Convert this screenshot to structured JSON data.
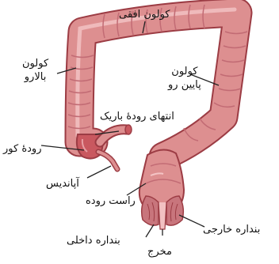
{
  "labels": {
    "transverse_colon": "کولون افقی",
    "ascending_colon": [
      "کولون",
      "بالارو"
    ],
    "descending_colon": [
      "کولون",
      "پایین رو"
    ],
    "ileum_end": "انتهای رودهٔ باریک",
    "cecum": "رودهٔ کور",
    "appendix": "آپاندیس",
    "rectum": "راست روده",
    "external_sphincter": "بنداره خارجی",
    "internal_sphincter": "بنداره داخلی",
    "anus": "مخرج"
  },
  "colors": {
    "colon_fill": "#dd8f90",
    "colon_outline": "#9c3c44",
    "colon_fold": "#c26b74",
    "colon_highlight": "#f4c4c5",
    "cecum_fill": "#c9585f",
    "sphincter_fill": "#c8757c",
    "leader_line": "#222222",
    "text": "#111111"
  }
}
